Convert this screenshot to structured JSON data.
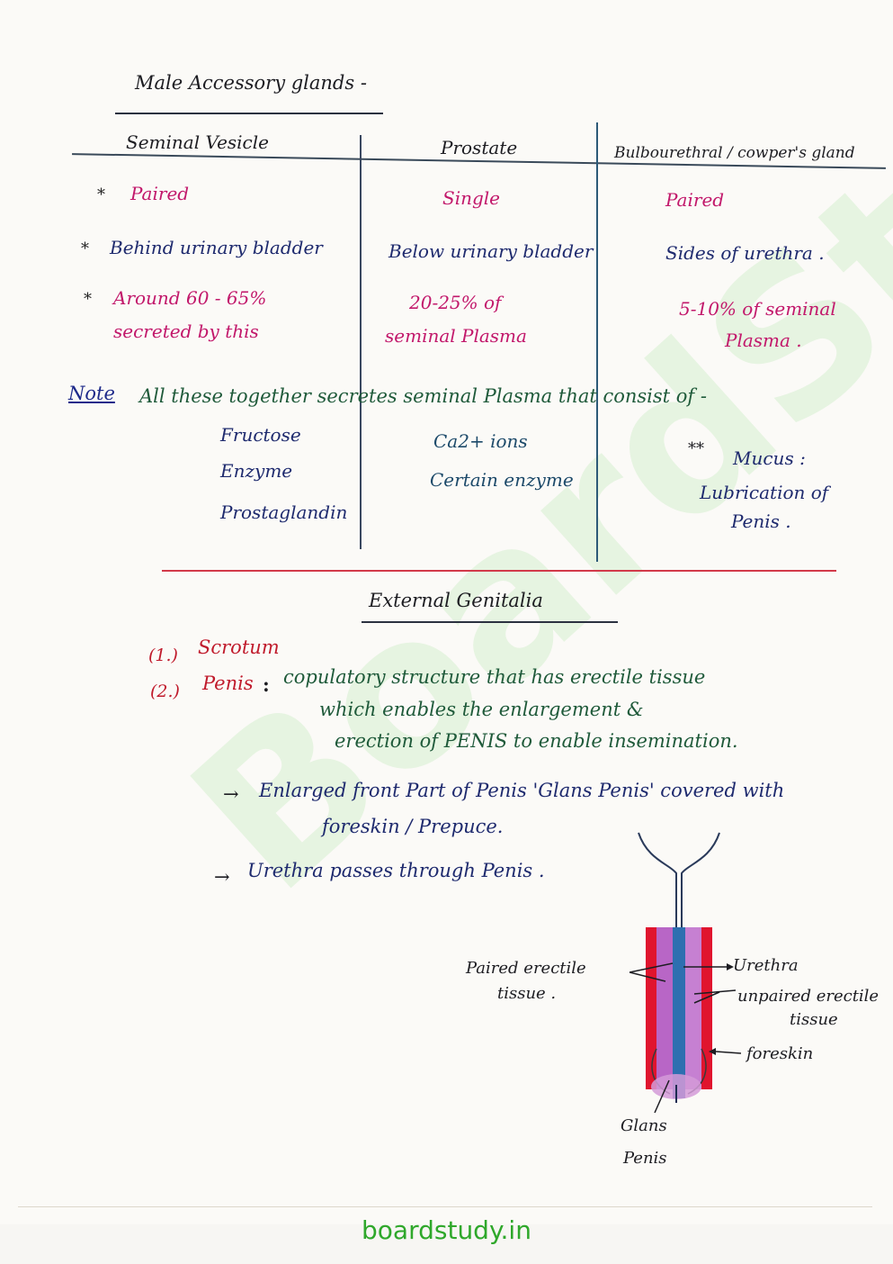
{
  "title": "Male Accessory glands -",
  "table": {
    "headers": [
      "Seminal Vesicle",
      "Prostate",
      "Bulbourethral / cowper's gland"
    ],
    "rows": [
      {
        "bullet": "*",
        "cells": [
          "Paired",
          "Single",
          "Paired"
        ]
      },
      {
        "bullet": "*",
        "cells": [
          "Behind urinary bladder",
          "Below urinary bladder",
          "Sides of urethra ."
        ]
      },
      {
        "bullet": "*",
        "cells": [
          [
            "Around 60 - 65%",
            "secreted by this"
          ],
          [
            "20-25% of",
            "seminal Plasma"
          ],
          [
            "5-10% of seminal",
            "Plasma ."
          ]
        ]
      }
    ]
  },
  "note": {
    "label": "Note",
    "text": "All these together secretes seminal Plasma that consist of -",
    "col1": [
      "Fructose",
      "Enzyme",
      "Prostaglandin"
    ],
    "col2": [
      "Ca2+ ions",
      "Certain enzyme"
    ],
    "col3_star": "**",
    "col3": [
      "Mucus :",
      "Lubrication of",
      "Penis ."
    ]
  },
  "section": {
    "title": "External Genitalia",
    "items": [
      {
        "num": "(1.)",
        "label": "Scrotum"
      },
      {
        "num": "(2.)",
        "label": "Penis",
        "sep": ":",
        "desc": [
          "copulatory structure that has erectile tissue",
          "which enables the enlargement &",
          "erection of PENIS to enable insemination."
        ]
      }
    ],
    "points": [
      {
        "arrow": "→",
        "lines": [
          "Enlarged front Part of Penis 'Glans Penis' covered with",
          "foreskin / Prepuce."
        ]
      },
      {
        "arrow": "→",
        "lines": [
          "Urethra passes through Penis ."
        ]
      }
    ]
  },
  "diagram": {
    "labels": {
      "paired": [
        "Paired erectile",
        "tissue ."
      ],
      "urethra": "Urethra",
      "unpaired": [
        "unpaired erectile",
        "tissue"
      ],
      "foreskin": "foreskin",
      "glans": [
        "Glans",
        "Penis"
      ]
    }
  },
  "watermark": "BoardStudy",
  "footer": "boardstudy.in"
}
